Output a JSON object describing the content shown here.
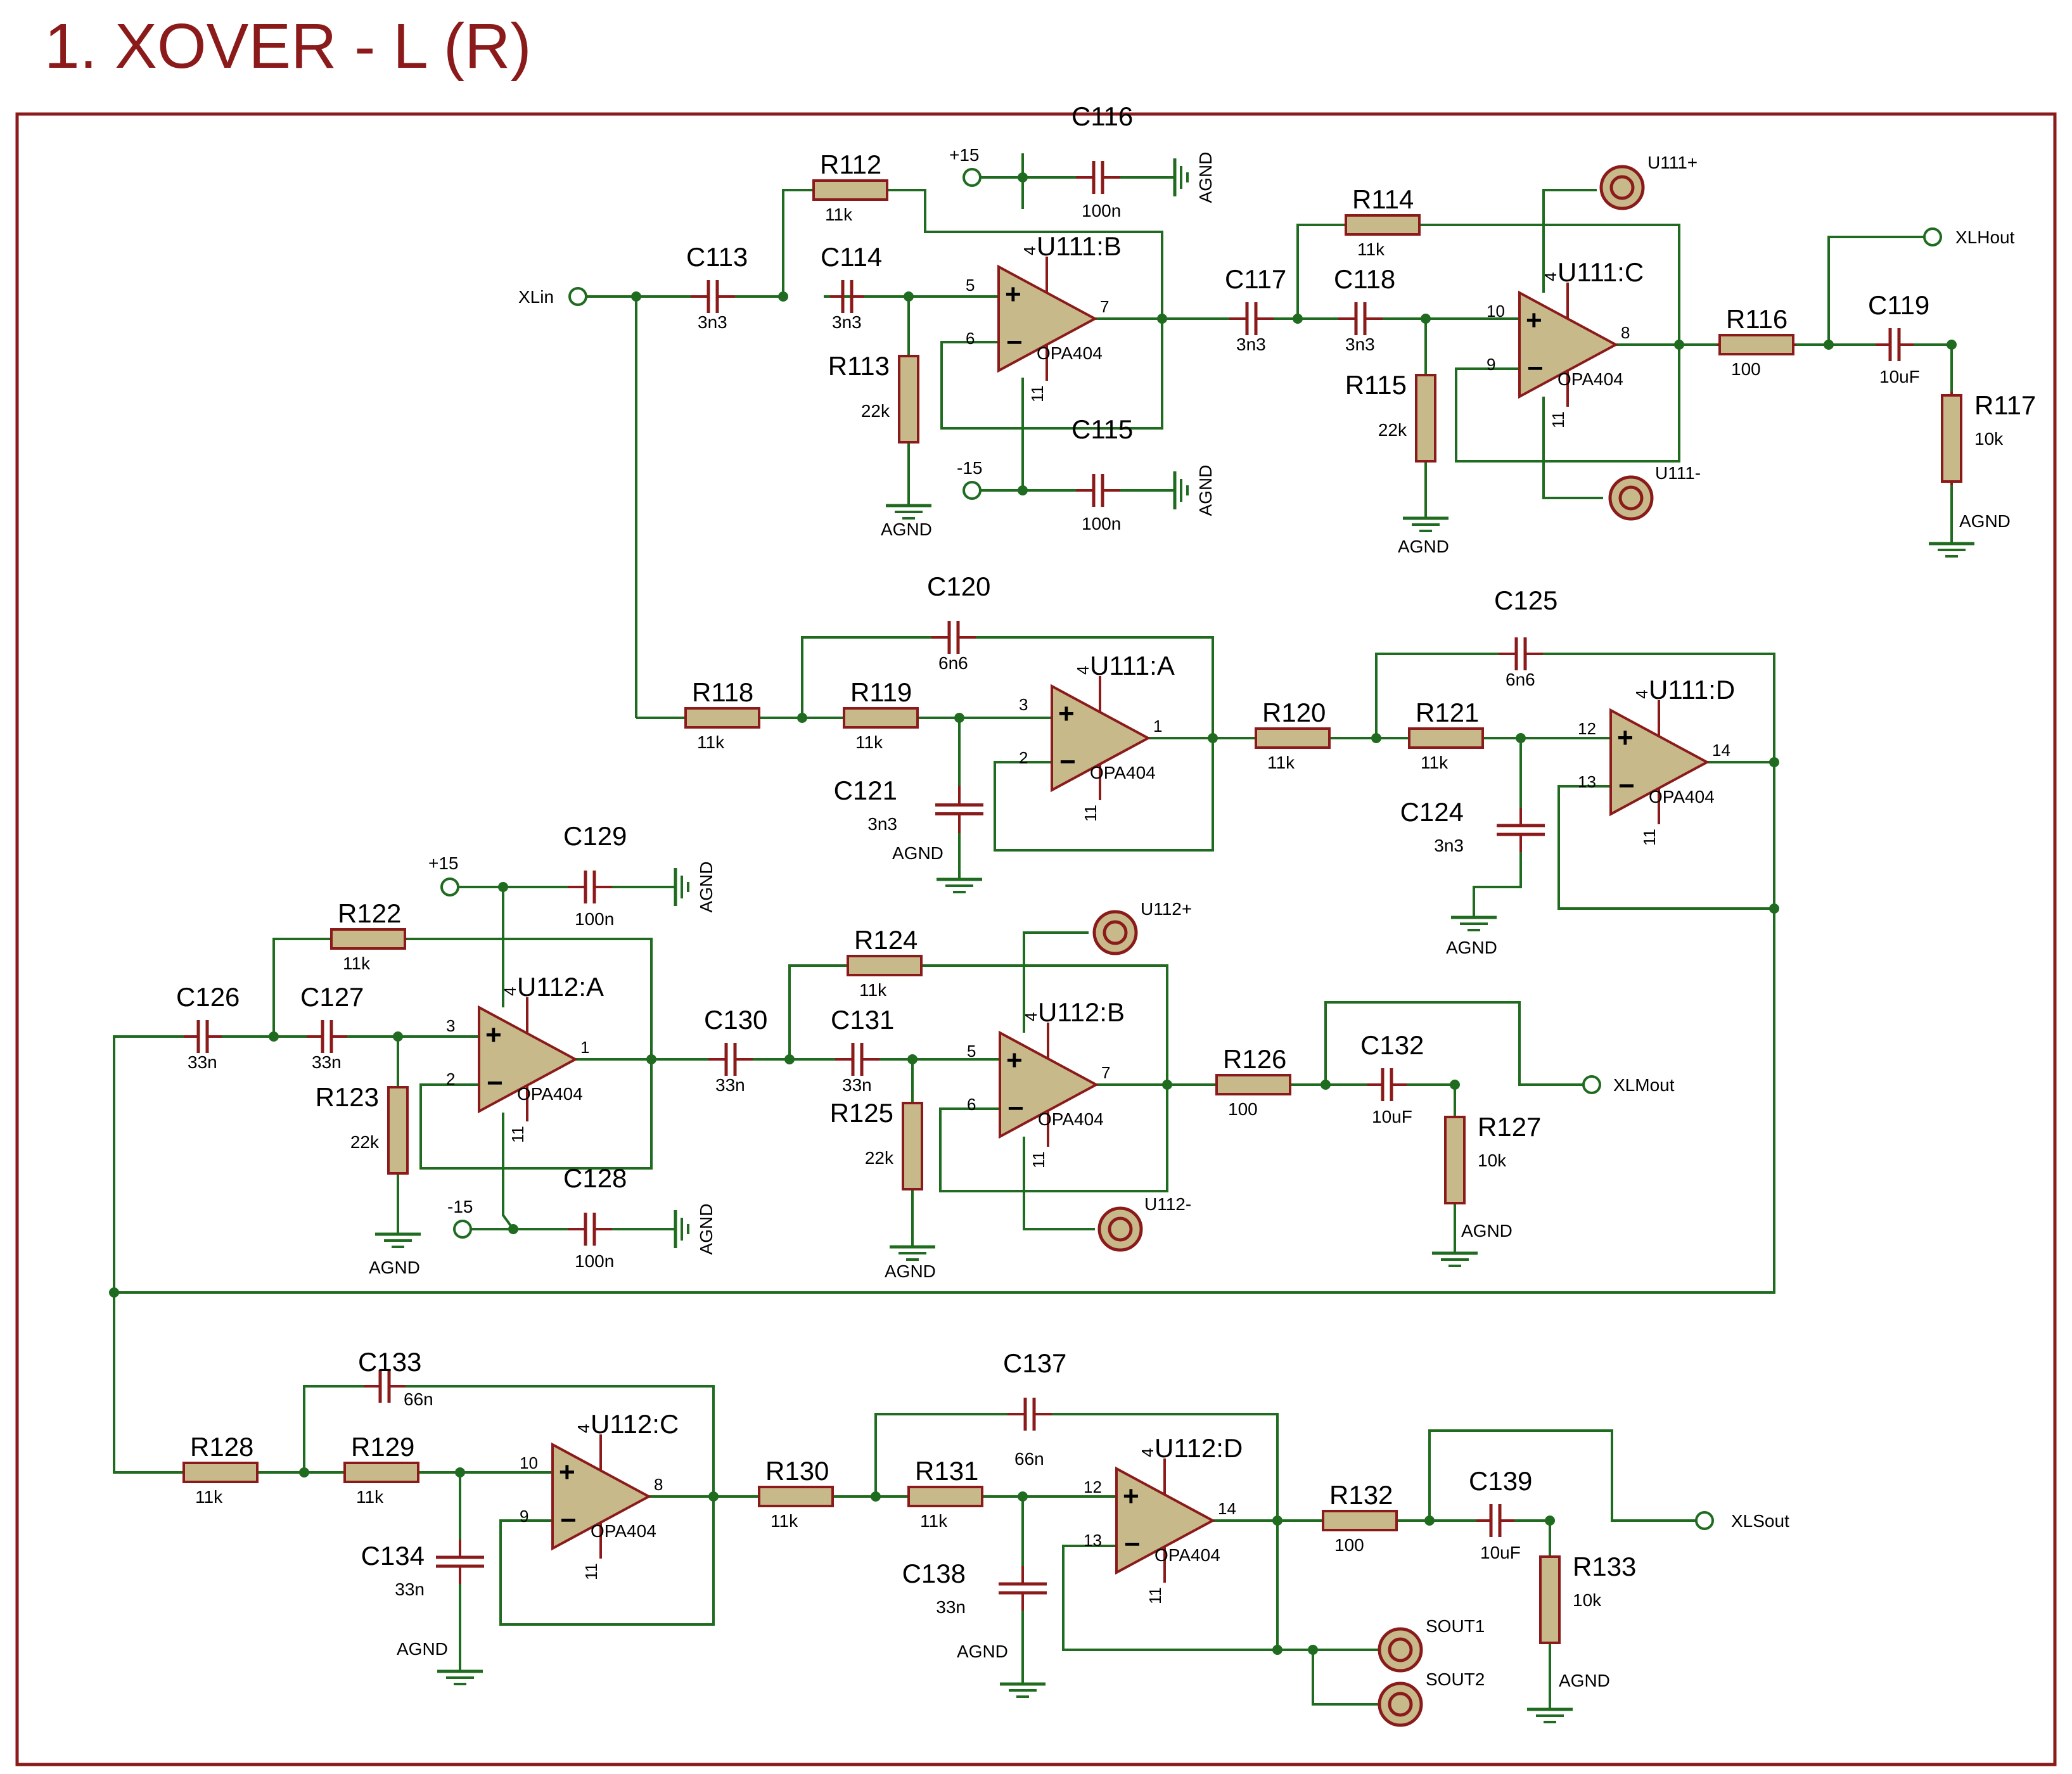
{
  "title": "1. XOVER - L (R)",
  "colors": {
    "frame": "#8B1A1A",
    "wire": "#1F6B1F",
    "part_fill": "#C8B98A",
    "part_stroke": "#8B1A1A",
    "title": "#8B1A1A"
  },
  "resistors": [
    {
      "ref": "R112",
      "value": "11k"
    },
    {
      "ref": "R113",
      "value": "22k"
    },
    {
      "ref": "R114",
      "value": "11k"
    },
    {
      "ref": "R115",
      "value": "22k"
    },
    {
      "ref": "R116",
      "value": "100"
    },
    {
      "ref": "R117",
      "value": "10k"
    },
    {
      "ref": "R118",
      "value": "11k"
    },
    {
      "ref": "R119",
      "value": "11k"
    },
    {
      "ref": "R120",
      "value": "11k"
    },
    {
      "ref": "R121",
      "value": "11k"
    },
    {
      "ref": "R122",
      "value": "11k"
    },
    {
      "ref": "R123",
      "value": "22k"
    },
    {
      "ref": "R124",
      "value": "11k"
    },
    {
      "ref": "R125",
      "value": "22k"
    },
    {
      "ref": "R126",
      "value": "100"
    },
    {
      "ref": "R127",
      "value": "10k"
    },
    {
      "ref": "R128",
      "value": "11k"
    },
    {
      "ref": "R129",
      "value": "11k"
    },
    {
      "ref": "R130",
      "value": "11k"
    },
    {
      "ref": "R131",
      "value": "11k"
    },
    {
      "ref": "R132",
      "value": "100"
    },
    {
      "ref": "R133",
      "value": "10k"
    }
  ],
  "capacitors": [
    {
      "ref": "C113",
      "value": "3n3"
    },
    {
      "ref": "C114",
      "value": "3n3"
    },
    {
      "ref": "C115",
      "value": "100n"
    },
    {
      "ref": "C116",
      "value": "100n"
    },
    {
      "ref": "C117",
      "value": "3n3"
    },
    {
      "ref": "C118",
      "value": "3n3"
    },
    {
      "ref": "C119",
      "value": "10uF"
    },
    {
      "ref": "C120",
      "value": "6n6"
    },
    {
      "ref": "C121",
      "value": "3n3"
    },
    {
      "ref": "C124",
      "value": "3n3"
    },
    {
      "ref": "C125",
      "value": "6n6"
    },
    {
      "ref": "C126",
      "value": "33n"
    },
    {
      "ref": "C127",
      "value": "33n"
    },
    {
      "ref": "C128",
      "value": "100n"
    },
    {
      "ref": "C129",
      "value": "100n"
    },
    {
      "ref": "C130",
      "value": "33n"
    },
    {
      "ref": "C131",
      "value": "33n"
    },
    {
      "ref": "C132",
      "value": "10uF"
    },
    {
      "ref": "C133",
      "value": "66n"
    },
    {
      "ref": "C134",
      "value": "33n"
    },
    {
      "ref": "C137",
      "value": "66n"
    },
    {
      "ref": "C138",
      "value": "33n"
    },
    {
      "ref": "C139",
      "value": "10uF"
    }
  ],
  "opamps": [
    {
      "ref": "U111:B",
      "type": "OPA404",
      "pins": [
        "5",
        "6",
        "7",
        "4",
        "11"
      ]
    },
    {
      "ref": "U111:C",
      "type": "OPA404",
      "pins": [
        "10",
        "9",
        "8",
        "4",
        "11"
      ]
    },
    {
      "ref": "U111:A",
      "type": "OPA404",
      "pins": [
        "3",
        "2",
        "1",
        "4",
        "11"
      ]
    },
    {
      "ref": "U111:D",
      "type": "OPA404",
      "pins": [
        "12",
        "13",
        "14",
        "4",
        "11"
      ]
    },
    {
      "ref": "U112:A",
      "type": "OPA404",
      "pins": [
        "3",
        "2",
        "1",
        "4",
        "11"
      ]
    },
    {
      "ref": "U112:B",
      "type": "OPA404",
      "pins": [
        "5",
        "6",
        "7",
        "4",
        "11"
      ]
    },
    {
      "ref": "U112:C",
      "type": "OPA404",
      "pins": [
        "10",
        "9",
        "8",
        "4",
        "11"
      ]
    },
    {
      "ref": "U112:D",
      "type": "OPA404",
      "pins": [
        "12",
        "13",
        "14",
        "4",
        "11"
      ]
    }
  ],
  "terminals": [
    "XLin",
    "XLHout",
    "XLMout",
    "XLSout",
    "+15",
    "-15",
    "+15",
    "-15"
  ],
  "connectors": [
    "U111+",
    "U111-",
    "U112+",
    "U112-",
    "SOUT1",
    "SOUT2"
  ],
  "ground_label": "AGND"
}
